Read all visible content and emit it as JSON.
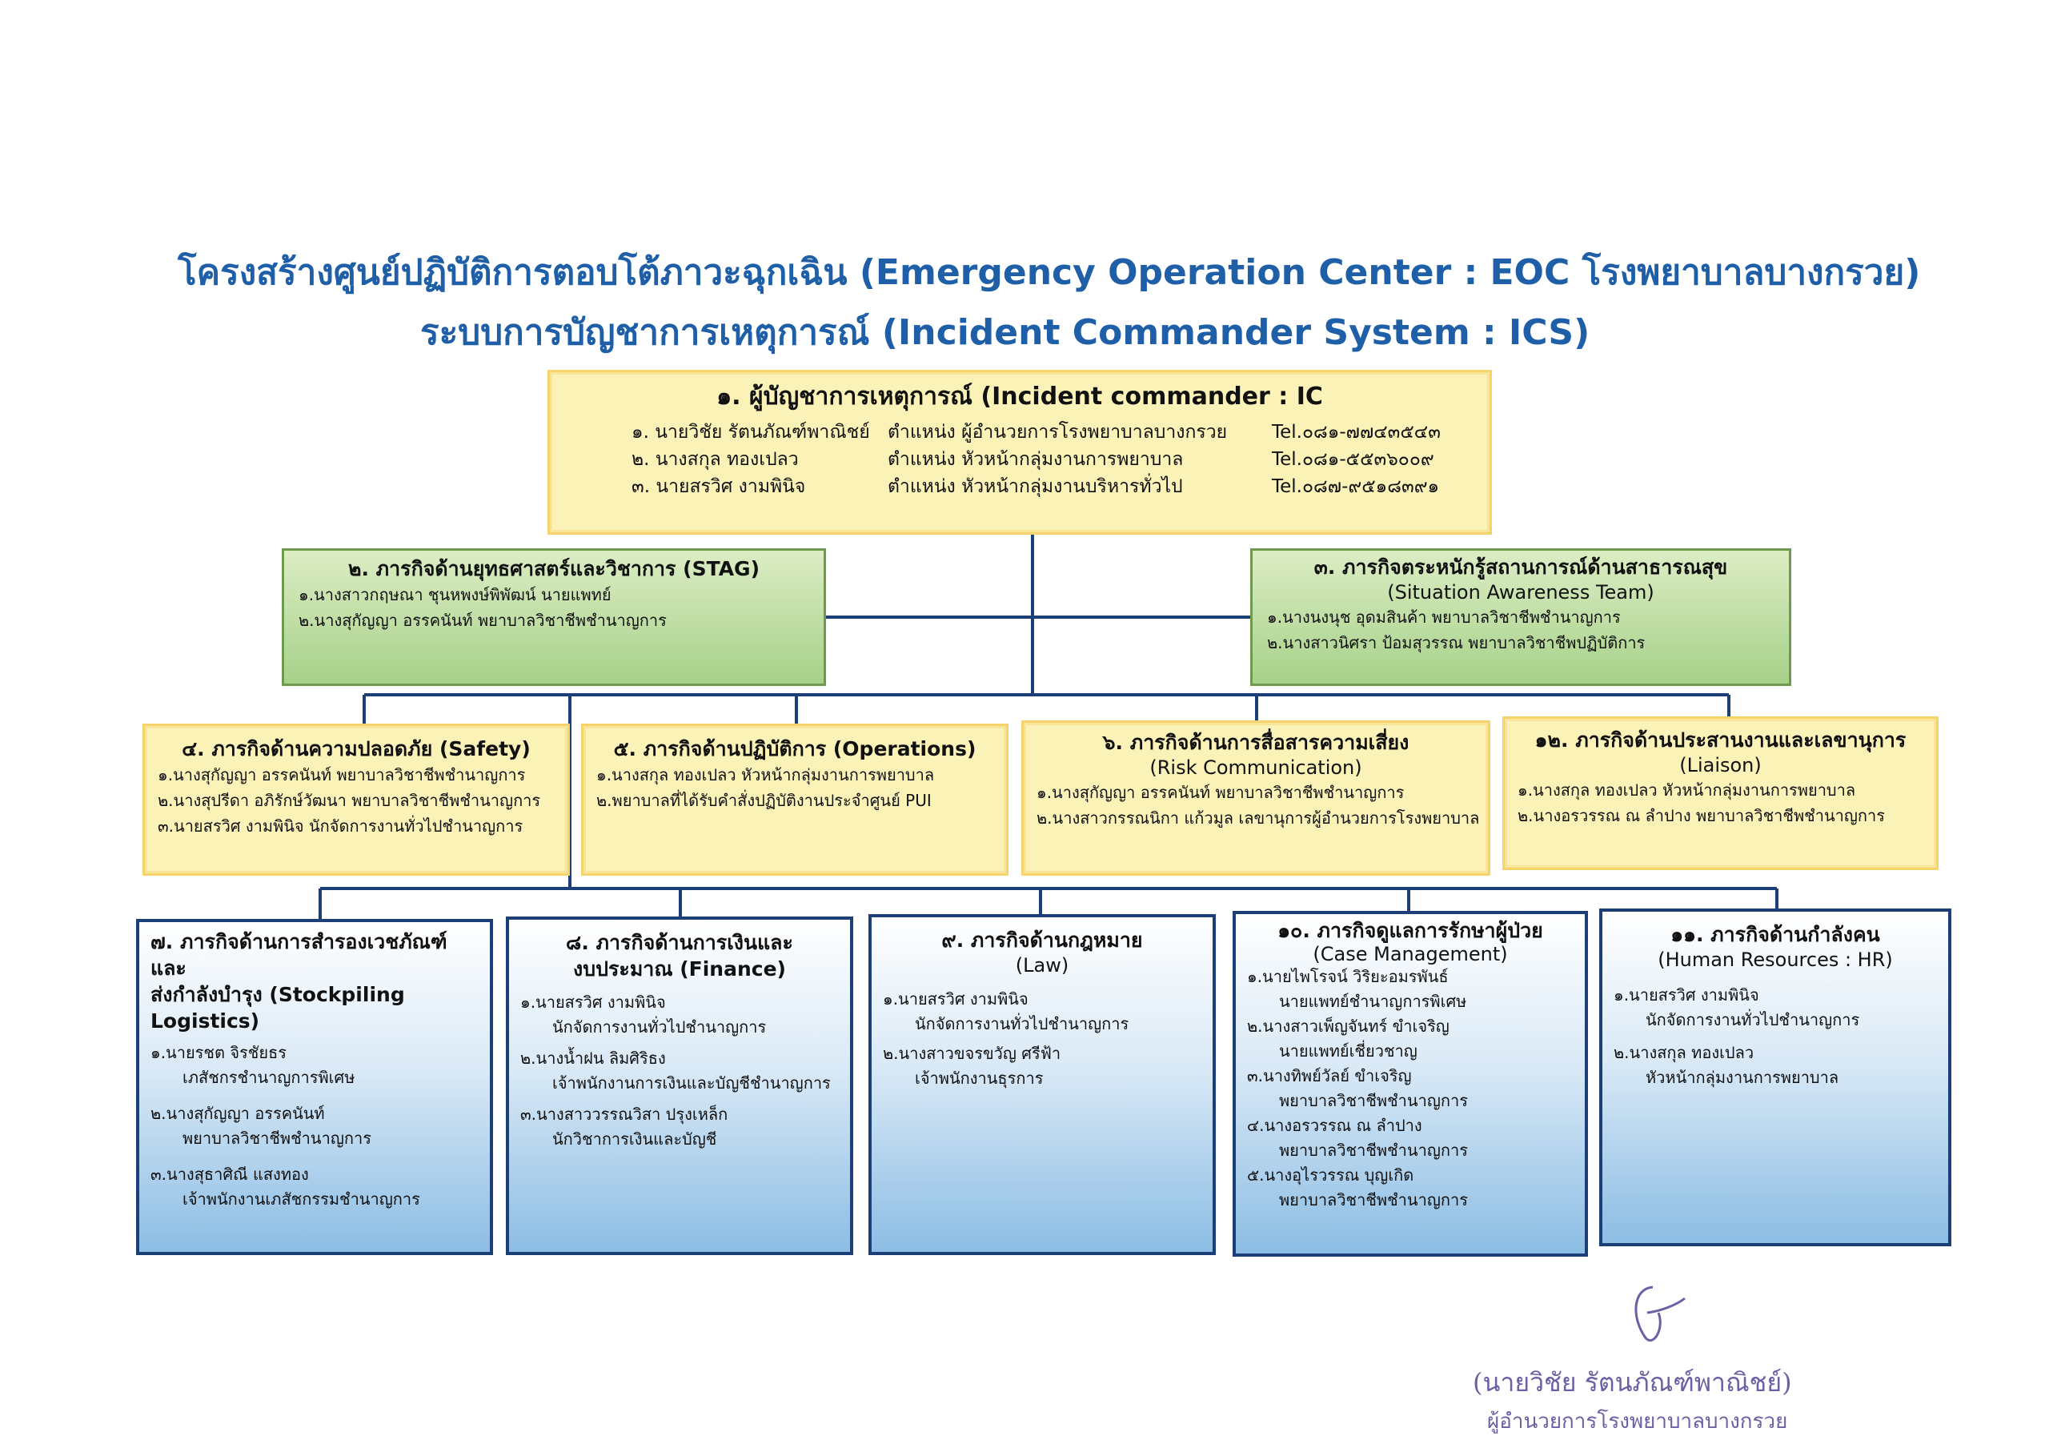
{
  "title": {
    "line1": "โครงสร้างศูนย์ปฏิบัติการตอบโต้ภาวะฉุกเฉิน (Emergency Operation Center : EOC โรงพยาบาลบางกรวย)",
    "line2": "ระบบการบัญชาการเหตุการณ์ (Incident Commander System : ICS)"
  },
  "commander": {
    "title": "๑. ผู้บัญชาการเหตุการณ์ (Incident commander : IC",
    "members": [
      {
        "name": "๑. นายวิชัย  รัตนภัณฑ์พาณิชย์",
        "position": "ตำแหน่ง ผู้อำนวยการโรงพยาบาลบางกรวย",
        "tel": "Tel.๐๘๑-๗๗๔๓๕๔๓"
      },
      {
        "name": "๒. นางสกุล  ทองเปลว",
        "position": "ตำแหน่ง หัวหน้ากลุ่มงานการพยาบาล",
        "tel": "Tel.๐๘๑-๕๕๓๖๐๐๙"
      },
      {
        "name": "๓. นายสรวิศ  งามพินิจ",
        "position": "ตำแหน่ง หัวหน้ากลุ่มงานบริหารทั่วไป",
        "tel": "Tel.๐๘๗-๙๕๑๘๓๙๑"
      }
    ]
  },
  "stag": {
    "title": "๒. ภารกิจด้านยุทธศาสตร์และวิชาการ (STAG)",
    "members": [
      "๑.นางสาวกฤษณา  ชุนหพงษ์พิพัฒน์  นายแพทย์",
      "๒.นางสุกัญญา  อรรคนันท์             พยาบาลวิชาชีพชำนาญการ"
    ]
  },
  "sat": {
    "title": "๓. ภารกิจตระหนักรู้สถานการณ์ด้านสาธารณสุข",
    "subtitle": "(Situation Awareness Team)",
    "members": [
      "๑.นางนงนุช  อุดมสินค้า             พยาบาลวิชาชีพชำนาญการ",
      "๒.นางสาวนิศรา  ป้อมสุวรรณ  พยาบาลวิชาชีพปฏิบัติการ"
    ]
  },
  "safety": {
    "title": "๔. ภารกิจด้านความปลอดภัย (Safety)",
    "members": [
      "๑.นางสุกัญญา  อรรคนันท์    พยาบาลวิชาชีพชำนาญการ",
      "๒.นางสุปรีดา  อภิรักษ์วัฒนา  พยาบาลวิชาชีพชำนาญการ",
      "๓.นายสรวิศ  งามพินิจ  นักจัดการงานทั่วไปชำนาญการ"
    ]
  },
  "ops": {
    "title": "๕. ภารกิจด้านปฏิบัติการ (Operations)",
    "members": [
      "๑.นางสกุล  ทองเปลว    หัวหน้ากลุ่มงานการพยาบาล",
      "๒.พยาบาลที่ได้รับคำสั่งปฏิบัติงานประจำศูนย์ PUI"
    ]
  },
  "risk": {
    "title": "๖. ภารกิจด้านการสื่อสารความเสี่ยง",
    "subtitle": "(Risk Communication)",
    "members": [
      "๑.นางสุกัญญา  อรรคนันท์    พยาบาลวิชาชีพชำนาญการ",
      "๒.นางสาวกรรณนิกา แก้วมูล  เลขานุการผู้อำนวยการโรงพยาบาล"
    ]
  },
  "liaison": {
    "title": "๑๒. ภารกิจด้านประสานงานและเลขานุการ",
    "subtitle": "(Liaison)",
    "members": [
      "๑.นางสกุล  ทองเปลว        หัวหน้ากลุ่มงานการพยาบาล",
      "๒.นางอรวรรณ  ณ ลำปาง  พยาบาลวิชาชีพชำนาญการ"
    ]
  },
  "stock": {
    "title1": "๗. ภารกิจด้านการสำรองเวชภัณฑ์และ",
    "title2": "ส่งกำลังบำรุง (Stockpiling Logistics)",
    "lines": [
      "๑.นายรชต  จิรชัยธร",
      "เภสัชกรชำนาญการพิเศษ",
      "๒.นางสุกัญญา  อรรคนันท์",
      "พยาบาลวิชาชีพชำนาญการ",
      "๓.นางสุธาศิณี  แสงทอง",
      "เจ้าพนักงานเภสัชกรรมชำนาญการ"
    ]
  },
  "finance": {
    "title1": "๘. ภารกิจด้านการเงินและ",
    "title2": "งบประมาณ (Finance)",
    "lines": [
      "๑.นายสรวิศ  งามพินิจ",
      "นักจัดการงานทั่วไปชำนาญการ",
      "๒.นางน้ำฝน  ลิมศิริธง",
      "เจ้าพนักงานการเงินและบัญชีชำนาญการ",
      "๓.นางสาววรรณวิสา  ปรุงเหล็ก",
      "นักวิชาการเงินและบัญชี"
    ]
  },
  "law": {
    "title1": "๙. ภารกิจด้านกฎหมาย",
    "title2": "(Law)",
    "lines": [
      "๑.นายสรวิศ  งามพินิจ",
      "นักจัดการงานทั่วไปชำนาญการ",
      "๒.นางสาวขจรขวัญ  ศรีฟ้า",
      "เจ้าพนักงานธุรการ"
    ]
  },
  "case": {
    "title1": "๑๐. ภารกิจดูแลการรักษาผู้ป่วย",
    "title2": "(Case Management)",
    "lines": [
      "๑.นายไพโรจน์  วิริยะอมรพันธ์",
      "นายแพทย์ชำนาญการพิเศษ",
      "๒.นางสาวเพ็ญจันทร์  ขำเจริญ",
      "นายแพทย์เชี่ยวชาญ",
      "๓.นางทิพย์วัลย์  ขำเจริญ",
      "พยาบาลวิชาชีพชำนาญการ",
      "๔.นางอรวรรณ  ณ ลำปาง",
      "พยาบาลวิชาชีพชำนาญการ",
      "๕.นางอุไรวรรณ  บุญเกิด",
      "พยาบาลวิชาชีพชำนาญการ"
    ]
  },
  "hr": {
    "title1": "๑๑. ภารกิจด้านกำลังคน",
    "title2": "(Human Resources : HR)",
    "lines": [
      "๑.นายสรวิศ  งามพินิจ",
      "นักจัดการงานทั่วไปชำนาญการ",
      "๒.นางสกุล  ทองเปลว",
      "หัวหน้ากลุ่มงานการพยาบาล"
    ]
  },
  "signature": {
    "name": "(นายวิชัย  รัตนภัณฑ์พาณิชย์)",
    "position": "ผู้อำนวยการโรงพยาบาลบางกรวย"
  },
  "colors": {
    "title": "#1f5fa8",
    "connector": "#1d3f78",
    "yellow_fill": "#fbf2b8",
    "green_fill": "#b6d89b",
    "blue_border": "#1d3f78",
    "signature": "#6b5fa6"
  }
}
